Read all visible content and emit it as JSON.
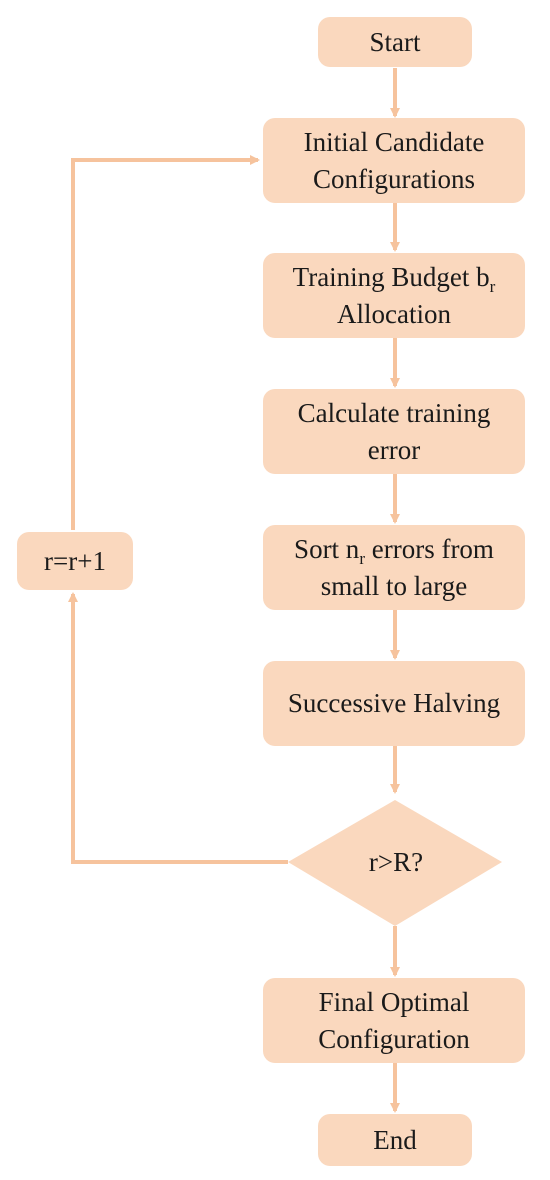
{
  "colors": {
    "node_fill": "#fad8be",
    "connector": "#f6c39d"
  },
  "nodes": {
    "start": {
      "text": "Start"
    },
    "initial": {
      "line1": "Initial Candidate",
      "line2": "Configurations"
    },
    "budget": {
      "line1_prefix": "Training Budget b",
      "line1_sub": "r",
      "line2": "Allocation"
    },
    "calculate": {
      "line1": "Calculate training",
      "line2": "error"
    },
    "sort": {
      "line1_prefix": "Sort n",
      "line1_sub": "r",
      "line1_suffix": " errors from",
      "line2": "small to large"
    },
    "halving": {
      "text": "Successive Halving"
    },
    "decision": {
      "text": "r>R?"
    },
    "increment": {
      "text": "r=r+1"
    },
    "final": {
      "line1": "Final Optimal",
      "line2": "Configuration"
    },
    "end": {
      "text": "End"
    }
  }
}
